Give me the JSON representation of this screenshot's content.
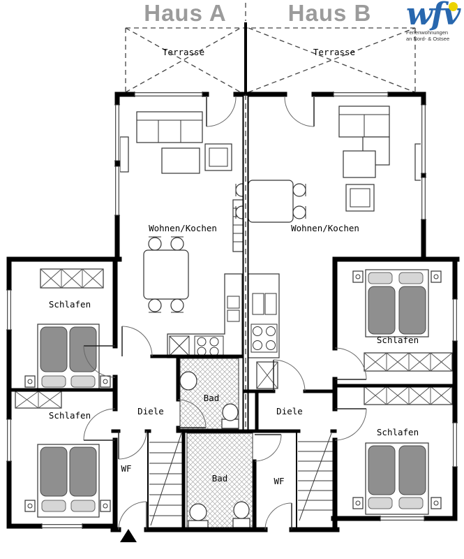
{
  "header": {
    "haus_a": "Haus A",
    "haus_b": "Haus B"
  },
  "logo": {
    "brand": "wfv",
    "tagline1": "Ferienwohnungen",
    "tagline2": "an Nord- & Ostsee",
    "brand_color": "#2867ae",
    "dot_color": "#ecd400"
  },
  "colors": {
    "header_gray": "#9b9b9b",
    "wall_black": "#000000",
    "bed_gray": "#8f8f8f",
    "pillow_gray": "#d6d6d6"
  },
  "rooms": {
    "terrasse_a": "Terrasse",
    "terrasse_b": "Terrasse",
    "wohnen_a": "Wohnen/Kochen",
    "wohnen_b": "Wohnen/Kochen",
    "schlafen_a1": "Schlafen",
    "schlafen_a2": "Schlafen",
    "schlafen_b1": "Schlafen",
    "schlafen_b2": "Schlafen",
    "bad_a": "Bad",
    "bad_b": "Bad",
    "diele_a": "Diele",
    "diele_b": "Diele",
    "wf_a": "WF",
    "wf_b": "WF"
  }
}
